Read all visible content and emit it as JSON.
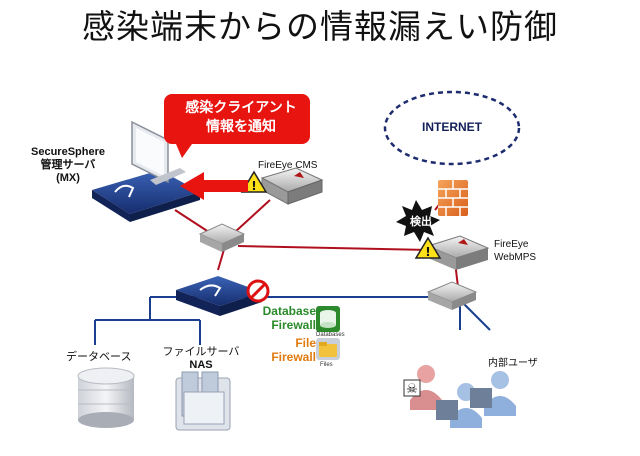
{
  "title": "感染端末からの情報漏えい防御",
  "callout": {
    "line1": "感染クライアント",
    "line2": "情報を通知"
  },
  "nodes": {
    "mx": {
      "line1": "SecureSphere",
      "line2": "管理サーバ",
      "line3": "(MX)"
    },
    "cms": {
      "label": "FireEye CMS"
    },
    "internet": {
      "label": "INTERNET"
    },
    "webmps": {
      "line1": "FireEye",
      "line2": "WebMPS"
    },
    "detect_badge": {
      "label": "検出"
    },
    "db_firewall": {
      "line1": "Database",
      "line2": "Firewall",
      "icon_caption": "Databases"
    },
    "file_firewall": {
      "line1": "File",
      "line2": "Firewall",
      "icon_caption": "Files"
    },
    "database_server": {
      "label": "データベース"
    },
    "file_server": {
      "line1": "ファイルサーバ",
      "line2": "NAS"
    },
    "internal_users": {
      "label": "内部ユーザ"
    }
  },
  "colors": {
    "red_callout": "#e8140f",
    "db_firewall_text": "#2a8a2a",
    "file_firewall_text": "#e07a10",
    "network_line_red": "#b0101e",
    "network_line_blue": "#1a3f8f",
    "internet_outline": "#1c2c6e"
  }
}
